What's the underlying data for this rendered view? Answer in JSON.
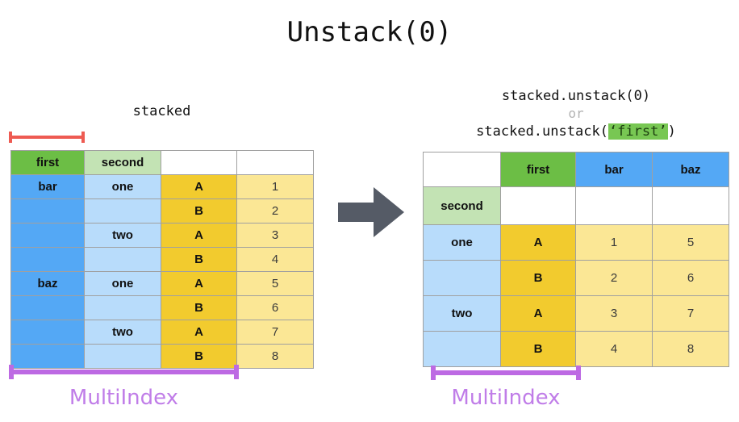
{
  "title": "Unstack(0)",
  "colors": {
    "green": "#6cbe45",
    "light_green": "#c3e3b4",
    "blue": "#54a8f5",
    "light_blue": "#b8dcfb",
    "gold": "#f2cb2e",
    "light_yellow": "#fbe795",
    "red_bracket": "#ee5b52",
    "purple_bracket": "#bd6ae3",
    "purple_text": "#c07de8",
    "arrow": "#555b66",
    "highlight_green": "#78c753"
  },
  "left": {
    "caption": "stacked",
    "multiindex_label": "MultiIndex",
    "header": [
      "first",
      "second",
      "",
      ""
    ],
    "rows": [
      [
        "bar",
        "one",
        "A",
        "1"
      ],
      [
        "",
        "",
        "B",
        "2"
      ],
      [
        "",
        "two",
        "A",
        "3"
      ],
      [
        "",
        "",
        "B",
        "4"
      ],
      [
        "baz",
        "one",
        "A",
        "5"
      ],
      [
        "",
        "",
        "B",
        "6"
      ],
      [
        "",
        "two",
        "A",
        "7"
      ],
      [
        "",
        "",
        "B",
        "8"
      ]
    ]
  },
  "arrow": {
    "icon": "right-arrow-icon"
  },
  "right": {
    "caption": {
      "line1": "stacked.unstack(0)",
      "line2": "or",
      "line3_prefix": "stacked.unstack(",
      "line3_highlight": "‘first’",
      "line3_suffix": ")"
    },
    "multiindex_label": "MultiIndex",
    "header_row1": [
      "",
      "first",
      "bar",
      "baz"
    ],
    "header_row2": [
      "second",
      "",
      "",
      ""
    ],
    "rows": [
      [
        "one",
        "A",
        "1",
        "5"
      ],
      [
        "",
        "B",
        "2",
        "6"
      ],
      [
        "two",
        "A",
        "3",
        "7"
      ],
      [
        "",
        "B",
        "4",
        "8"
      ]
    ]
  }
}
